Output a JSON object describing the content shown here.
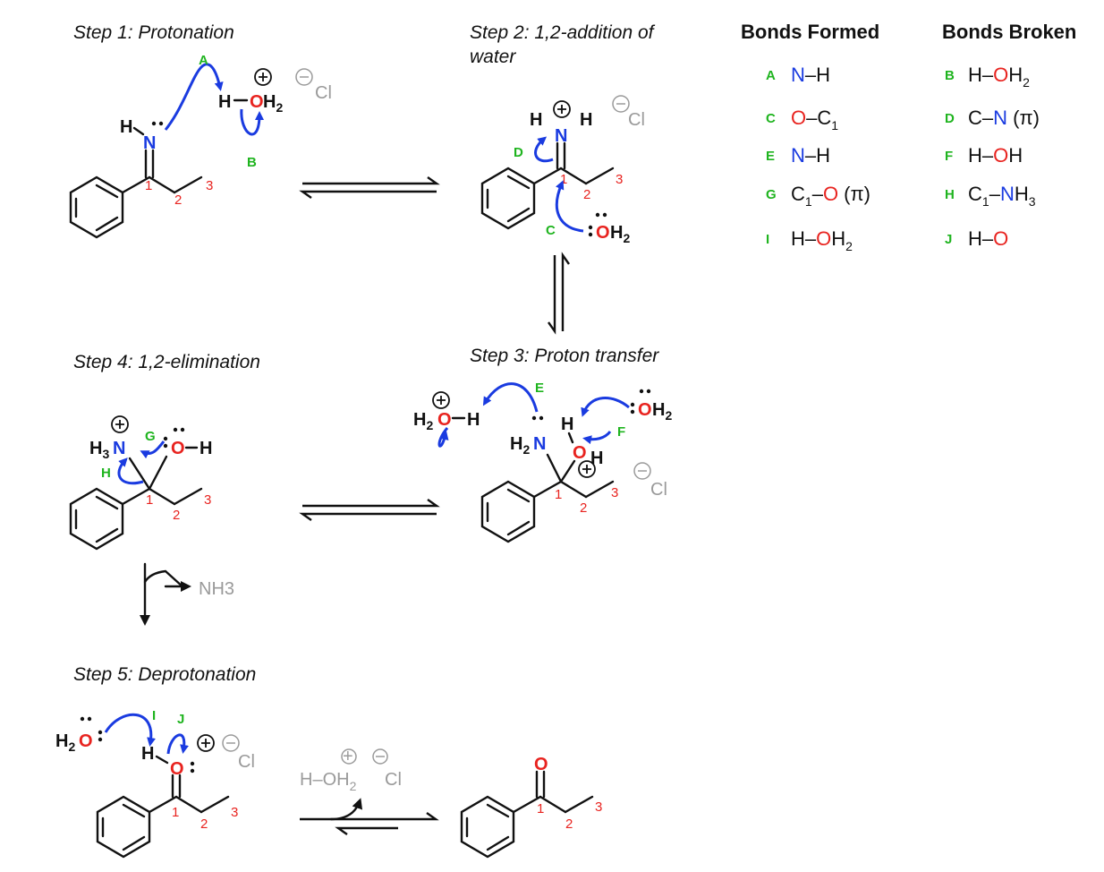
{
  "steps": {
    "s1": "Step 1: Protonation",
    "s2a": "Step 2: 1,2-addition of",
    "s2b": "water",
    "s3": "Step 3: Proton transfer",
    "s4": "Step 4: 1,2-elimination",
    "s5": "Step 5: Deprotonation"
  },
  "table": {
    "formed_header": "Bonds Formed",
    "broken_header": "Bonds Broken",
    "formed": [
      {
        "letter": "A",
        "bond": "N–H"
      },
      {
        "letter": "C",
        "bond": "O–C1"
      },
      {
        "letter": "E",
        "bond": "N–H"
      },
      {
        "letter": "G",
        "bond": "C1–O (π)"
      },
      {
        "letter": "I",
        "bond": "H–OH2"
      }
    ],
    "broken": [
      {
        "letter": "B",
        "bond": "H–OH2"
      },
      {
        "letter": "D",
        "bond": "C–N (π)"
      },
      {
        "letter": "F",
        "bond": "H–OH"
      },
      {
        "letter": "H",
        "bond": "C1–NH3"
      },
      {
        "letter": "J",
        "bond": "H–O"
      }
    ]
  },
  "arrow_labels": [
    "A",
    "B",
    "C",
    "D",
    "E",
    "F",
    "G",
    "H",
    "I",
    "J"
  ],
  "atom_numbers": [
    "1",
    "2",
    "3"
  ],
  "byproduct": "NH3",
  "counter_ion": "Cl",
  "colors": {
    "oxygen": "#e8231f",
    "nitrogen": "#1a3be0",
    "arrow": "#1a3be0",
    "label": "#1fb41f",
    "spectator": "#9a9a9a"
  }
}
